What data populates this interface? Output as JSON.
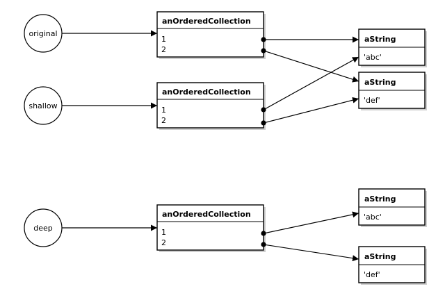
{
  "variables": {
    "original": "original",
    "shallow": "shallow",
    "deep": "deep"
  },
  "collections": {
    "original": {
      "title": "anOrderedCollection",
      "slot1": "1",
      "slot2": "2"
    },
    "shallow": {
      "title": "anOrderedCollection",
      "slot1": "1",
      "slot2": "2"
    },
    "deep": {
      "title": "anOrderedCollection",
      "slot1": "1",
      "slot2": "2"
    }
  },
  "strings": {
    "top_abc": {
      "title": "aString",
      "value": "'abc'"
    },
    "top_def": {
      "title": "aString",
      "value": "'def'"
    },
    "deep_abc": {
      "title": "aString",
      "value": "'abc'"
    },
    "deep_def": {
      "title": "aString",
      "value": "'def'"
    }
  }
}
